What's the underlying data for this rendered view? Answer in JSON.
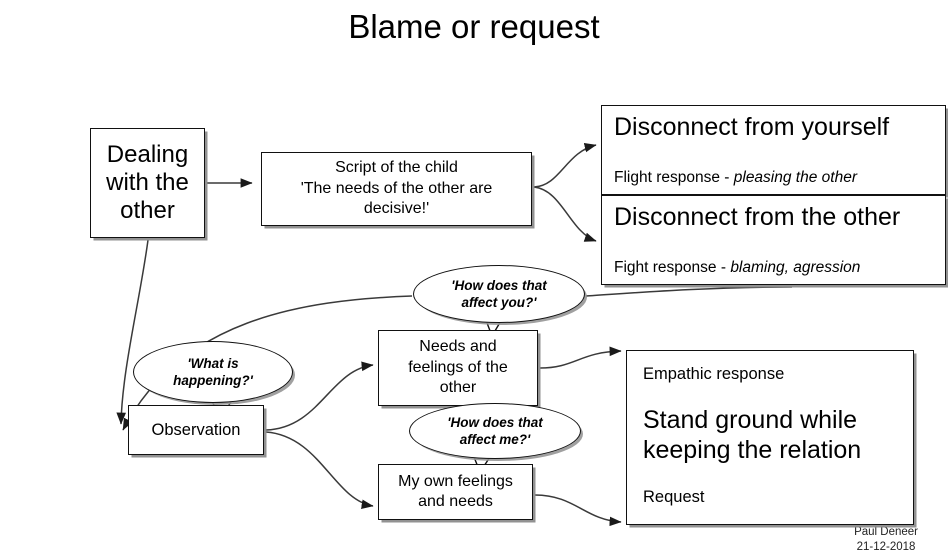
{
  "page": {
    "title": "Blame or request",
    "background_color": "#ffffff",
    "line_color": "#333333"
  },
  "boxes": {
    "dealing": {
      "label": "Dealing with the other"
    },
    "script": {
      "label": "Script of the child 'The needs of the other are decisive!'",
      "line1": "Script of the child",
      "line2": "'The needs of the other are",
      "line3": "decisive!'"
    },
    "disconnect_yourself": {
      "heading": "Disconnect from yourself",
      "sub_prefix": "Flight response - ",
      "sub_emphasis": "pleasing the other"
    },
    "disconnect_other": {
      "heading": "Disconnect from the other",
      "sub_prefix": "Fight response - ",
      "sub_emphasis": "blaming, agression"
    },
    "needs_other": {
      "line1": "Needs and",
      "line2": "feelings of the",
      "line3": "other"
    },
    "observation": {
      "label": "Observation"
    },
    "my_own": {
      "line1": "My own feelings",
      "line2": "and needs"
    },
    "empathic": {
      "top_label": "Empathic response",
      "main_label": "Stand ground while keeping the relation",
      "bottom_label": "Request"
    }
  },
  "bubbles": {
    "affect_you": {
      "line1": "'How does that",
      "line2": "affect you?'"
    },
    "what_is": {
      "line1": "'What is",
      "line2": "happening?'"
    },
    "affect_me": {
      "line1": "'How does that",
      "line2": "affect me?'"
    }
  },
  "footer": {
    "author": "Paul Deneer",
    "date": "21-12-2018"
  }
}
